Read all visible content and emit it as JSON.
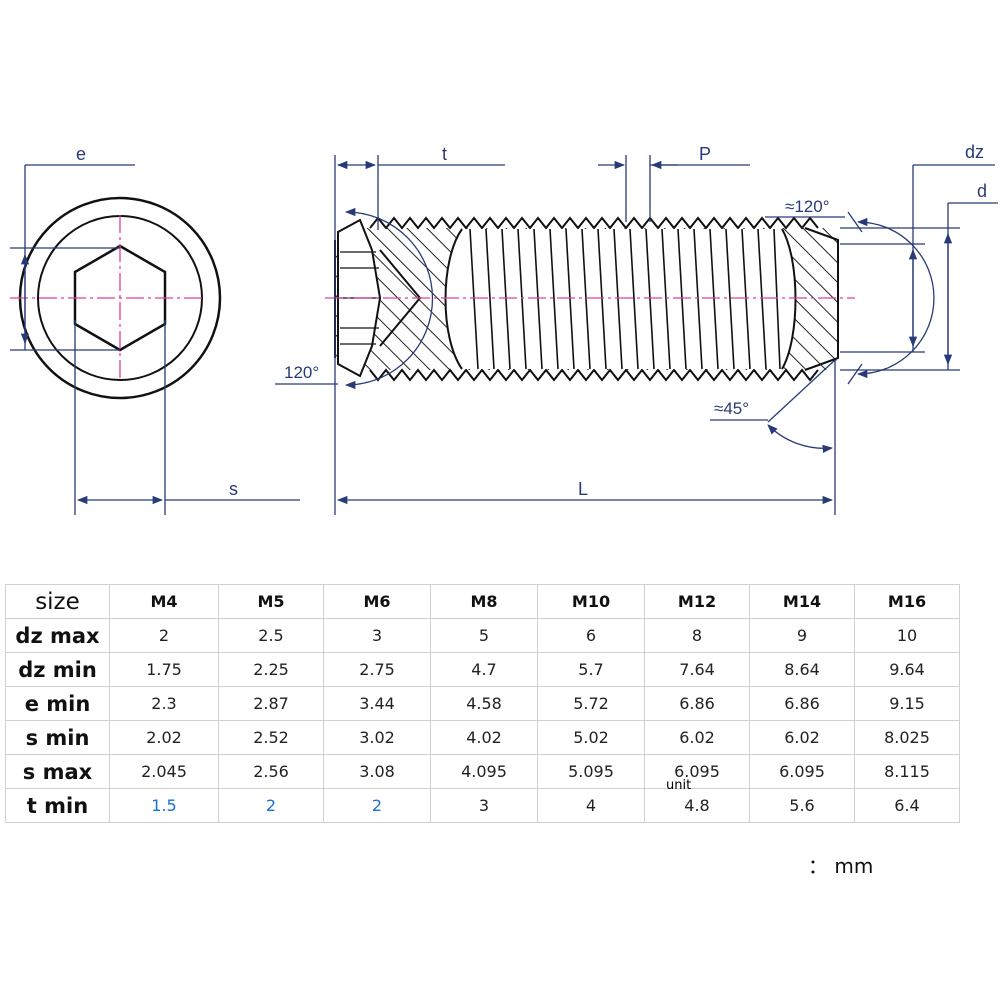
{
  "dimensions": {
    "e": "e",
    "s": "s",
    "t": "t",
    "P": "P",
    "L": "L",
    "dz": "dz",
    "d": "d",
    "angle_top": "≈120°",
    "angle_left": "120°",
    "angle_chamfer": "≈45°"
  },
  "table": {
    "corner": "size",
    "columns": [
      "M4",
      "M5",
      "M6",
      "M8",
      "M10",
      "M12",
      "M14",
      "M16"
    ],
    "rows": [
      {
        "label": "dz max",
        "values": [
          "2",
          "2.5",
          "3",
          "5",
          "6",
          "8",
          "9",
          "10"
        ]
      },
      {
        "label": "dz min",
        "values": [
          "1.75",
          "2.25",
          "2.75",
          "4.7",
          "5.7",
          "7.64",
          "8.64",
          "9.64"
        ]
      },
      {
        "label": "e min",
        "values": [
          "2.3",
          "2.87",
          "3.44",
          "4.58",
          "5.72",
          "6.86",
          "6.86",
          "9.15"
        ]
      },
      {
        "label": "s min",
        "values": [
          "2.02",
          "2.52",
          "3.02",
          "4.02",
          "5.02",
          "6.02",
          "6.02",
          "8.025"
        ]
      },
      {
        "label": "s max",
        "values": [
          "2.045",
          "2.56",
          "3.08",
          "4.095",
          "5.095",
          "6.095",
          "6.095",
          "8.115"
        ]
      },
      {
        "label": "t min",
        "values": [
          "1.5",
          "2",
          "2",
          "3",
          "4",
          "4.8",
          "5.6",
          "6.4"
        ]
      }
    ],
    "highlight_color": "#1a6fd6"
  },
  "unit_overlay": "unit",
  "unit_note": "： mm",
  "colors": {
    "dimension_line": "#283a78",
    "center_line": "#e0409a",
    "outline": "#111111"
  }
}
